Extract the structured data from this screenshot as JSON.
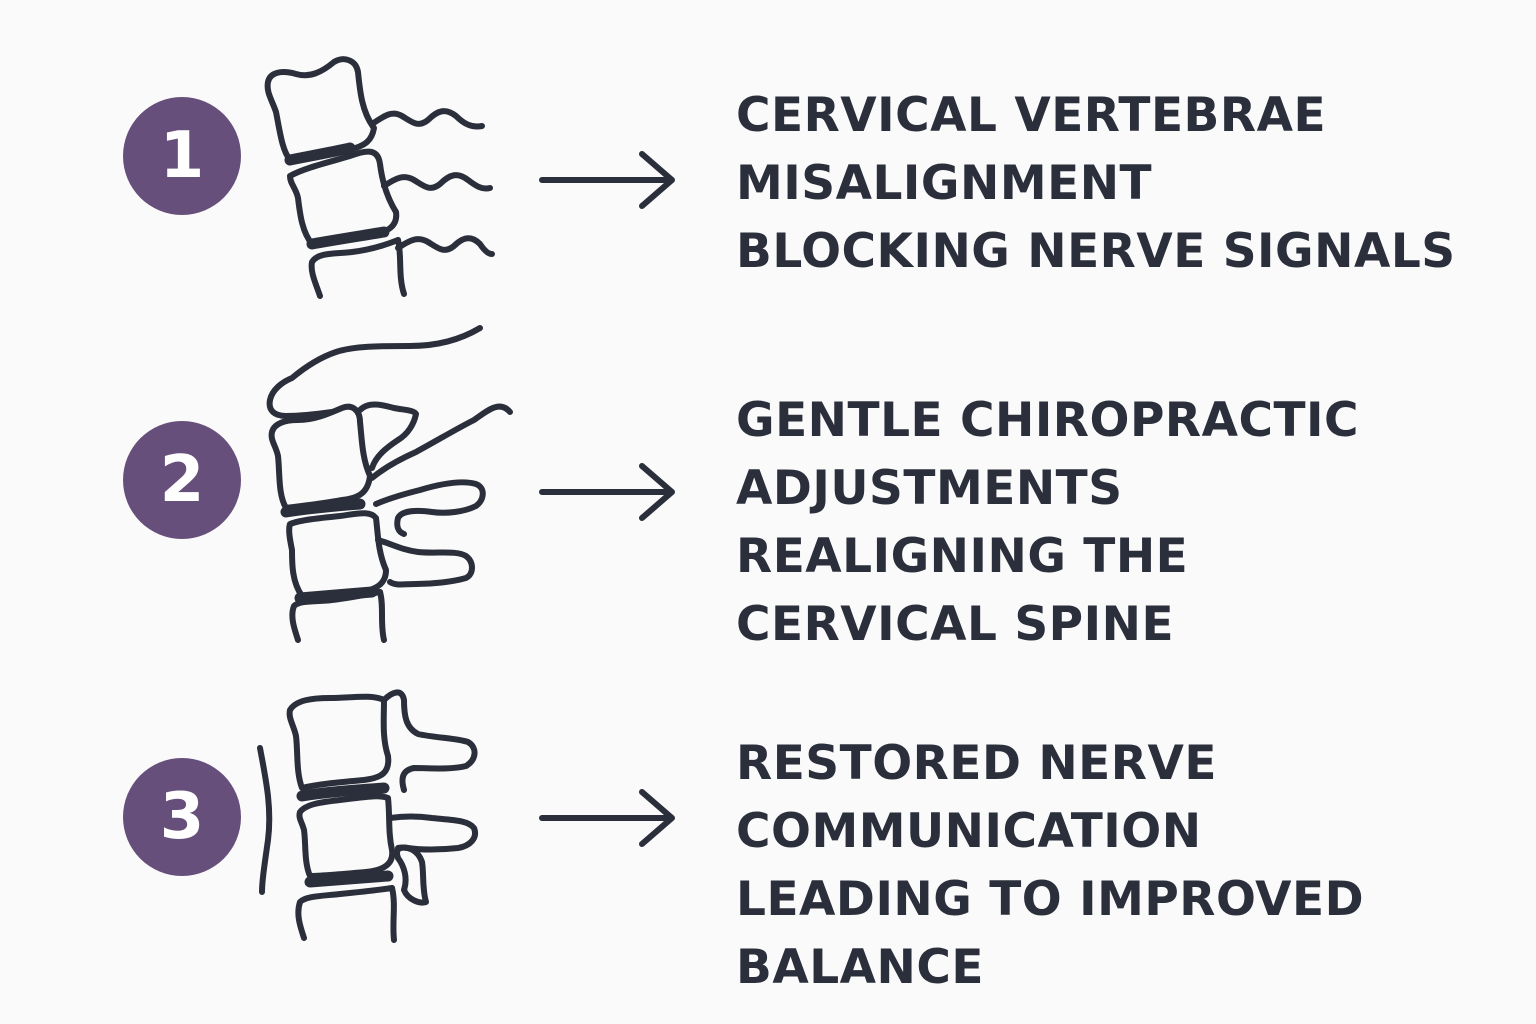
{
  "accent_color": "#674f7c",
  "text_color": "#2b2f3b",
  "background_color": "#fafafa",
  "steps": [
    {
      "number": "1",
      "icon": "misaligned-cervical-vertebrae-icon",
      "lines": [
        "CERVICAL VERTEBRAE",
        "MISALIGNMENT",
        "BLOCKING NERVE SIGNALS"
      ]
    },
    {
      "number": "2",
      "icon": "chiropractic-adjustment-hand-icon",
      "lines": [
        "GENTLE CHIROPRACTIC",
        "ADJUSTMENTS",
        "REALIGNING THE",
        "CERVICAL SPINE"
      ]
    },
    {
      "number": "3",
      "icon": "aligned-vertebrae-icon",
      "lines": [
        "RESTORED NERVE",
        "COMMUNICATION",
        "LEADING TO IMPROVED",
        "BALANCE"
      ]
    }
  ]
}
